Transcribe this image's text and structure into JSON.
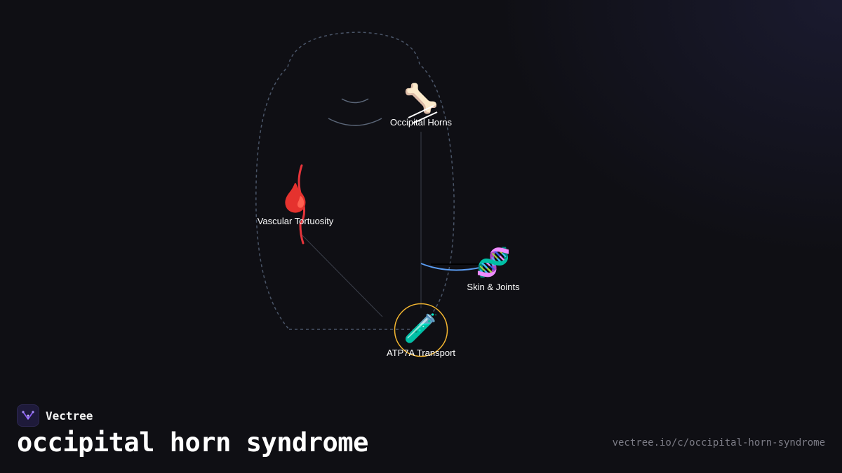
{
  "brand": {
    "name": "Vectree",
    "logo_icon": "vectree-logo-icon",
    "accent": "#8b5cf6"
  },
  "title": "occipital horn syndrome",
  "source_url": "vectree.io/c/occipital-horn-syndrome",
  "colors": {
    "background": "#0f0f14",
    "outline": "#4a5568",
    "link": "#3b3f4a",
    "curve": "#5a9bf0",
    "highlight_ring": "#f2b530",
    "vessel": "#e5343a",
    "label": "#ffffff"
  },
  "nodes": [
    {
      "id": "occipital-horns",
      "label": "Occipital Horns",
      "icon": "bone-icon",
      "glyph": "🦴"
    },
    {
      "id": "vascular-tortuosity",
      "label": "Vascular Tortuosity",
      "icon": "blood-drop-icon",
      "glyph": "🩸"
    },
    {
      "id": "skin-joints",
      "label": "Skin & Joints",
      "icon": "dna-icon",
      "glyph": "🧬"
    },
    {
      "id": "atp7a-transport",
      "label": "ATP7A Transport",
      "icon": "test-tube-icon",
      "glyph": "🧪",
      "highlighted": true
    }
  ]
}
